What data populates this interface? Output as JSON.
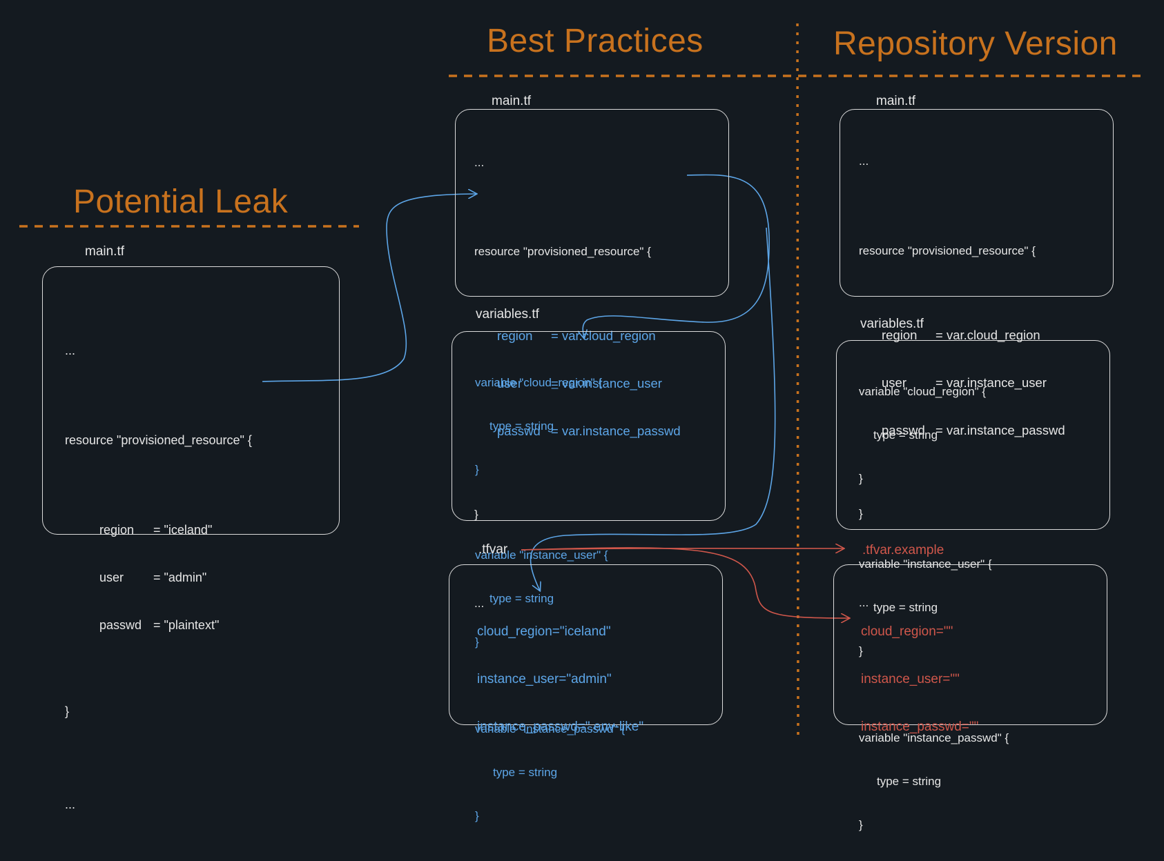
{
  "headings": {
    "potential_leak": "Potential Leak",
    "best_practices": "Best Practices",
    "repository_version": "Repository Version"
  },
  "leak": {
    "file": "main.tf",
    "ellipsis_top": "...",
    "resource_open": "resource \"provisioned_resource\" {",
    "fields": [
      {
        "key": "region",
        "value": "= \"iceland\""
      },
      {
        "key": "user",
        "value": "= \"admin\""
      },
      {
        "key": "passwd",
        "value": "= \"plaintext\""
      }
    ],
    "close": "}",
    "ellipsis_bottom": "..."
  },
  "best": {
    "main": {
      "file": "main.tf",
      "ellipsis_top": "...",
      "resource_open": "resource \"provisioned_resource\" {",
      "fields": [
        {
          "key": "region",
          "value": "= var.cloud_region"
        },
        {
          "key": "user",
          "value": "= var.instance_user"
        },
        {
          "key": "passwd",
          "value": "= var.instance_passwd"
        }
      ],
      "close": "}",
      "ellipsis_bottom": "..."
    },
    "variables": {
      "file": "variables.tf",
      "blocks": [
        {
          "open": "variable \"cloud_region\" {",
          "type": "type = string",
          "close": "}"
        },
        {
          "open": "variable \"instance_user\" {",
          "type": "type = string",
          "close": "}"
        },
        {
          "open": "variable \"instance_passwd\" {",
          "type": "type = string",
          "close": "}"
        }
      ]
    },
    "tfvar": {
      "file": ".tfvar",
      "lines": [
        "cloud_region=\"iceland\"",
        "instance_user=\"admin\"",
        "instance_passwd=\".env-like\""
      ]
    }
  },
  "repo": {
    "main": {
      "file": "main.tf",
      "ellipsis_top": "...",
      "resource_open": "resource \"provisioned_resource\" {",
      "fields": [
        {
          "key": "region",
          "value": "= var.cloud_region"
        },
        {
          "key": "user",
          "value": "= var.instance_user"
        },
        {
          "key": "passwd",
          "value": "= var.instance_passwd"
        }
      ],
      "close": "}",
      "ellipsis_bottom": "..."
    },
    "variables": {
      "file": "variables.tf",
      "blocks": [
        {
          "open": "variable \"cloud_region\" {",
          "type": "type = string",
          "close": "}"
        },
        {
          "open": "variable \"instance_user\" {",
          "type": "type = string",
          "close": "}"
        },
        {
          "open": "variable \"instance_passwd\" {",
          "type": "type = string",
          "close": "}"
        }
      ]
    },
    "tfvar_example": {
      "file": ".tfvar.example",
      "lines": [
        "cloud_region=\"\"",
        "instance_user=\"\"",
        "instance_passwd=\"\""
      ]
    }
  },
  "colors": {
    "background": "#141a20",
    "heading": "#c8721e",
    "separator": "#c8721e",
    "text": "#e6e6e6",
    "blue_arrow": "#5da6e8",
    "red_arrow": "#d0574b"
  }
}
